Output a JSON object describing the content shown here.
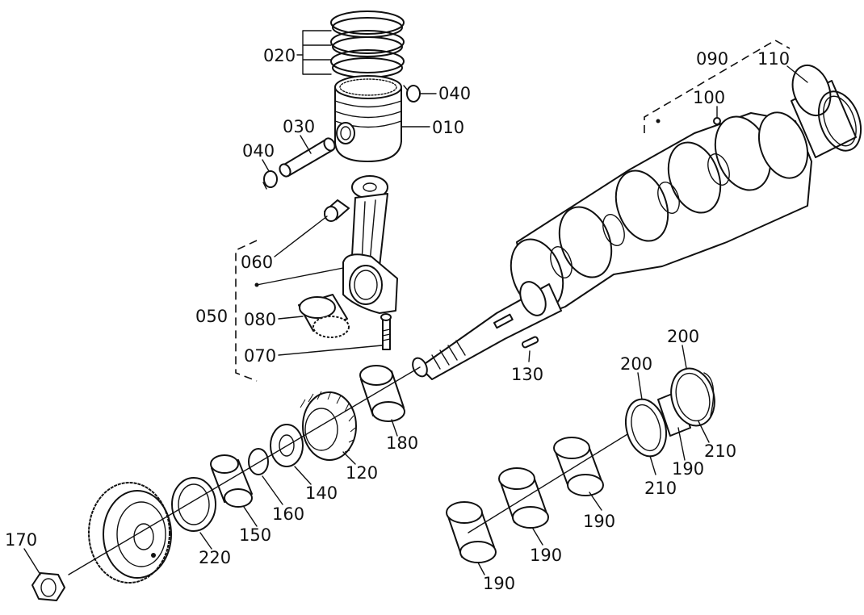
{
  "labels": {
    "p010": "010",
    "p020": "020",
    "p030": "030",
    "p040a": "040",
    "p040b": "040",
    "p050": "050",
    "p060": "060",
    "p070": "070",
    "p080": "080",
    "p090": "090",
    "p100": "100",
    "p110": "110",
    "p120": "120",
    "p130": "130",
    "p140": "140",
    "p150": "150",
    "p160": "160",
    "p170": "170",
    "p180": "180",
    "p190a": "190",
    "p190b": "190",
    "p190c": "190",
    "p190d": "190",
    "p200a": "200",
    "p200b": "200",
    "p210a": "210",
    "p210b": "210",
    "p220": "220"
  }
}
